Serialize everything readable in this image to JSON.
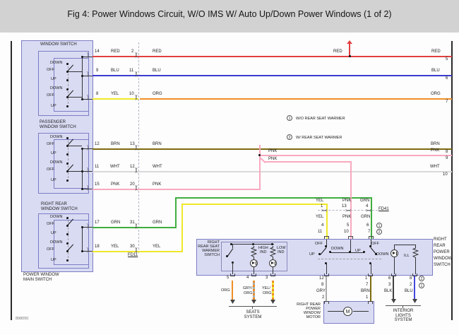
{
  "header": {
    "title": "Fig 4: Power Windows Circuit, W/O IMS W/ Auto Up/Down Power Windows (1 of 2)"
  },
  "diagram_id": "898050",
  "labels": {
    "down": "DOWN",
    "off": "OFF",
    "up": "UP"
  },
  "colors": {
    "red": "#e24040",
    "blu": "#3b3bd0",
    "yel": "#efe82a",
    "org": "#ef8e26",
    "brn": "#7d6a10",
    "wht": "#d9d9d9",
    "pnk": "#f8a9bf",
    "grn": "#3fae3f",
    "gry": "#ababab",
    "blk": "#404040",
    "blu2": "#4646dc",
    "dark": "#444444"
  },
  "main_switch": {
    "name_l1": "POWER WINDOW",
    "name_l2": "MAIN SWITCH",
    "units": [
      {
        "l1": "",
        "l2": "WINDOW SWITCH"
      },
      {
        "l1": "PASSENGER",
        "l2": "WINDOW SWITCH"
      },
      {
        "l1": "RIGHT REAR",
        "l2": "WINDOW SWITCH"
      }
    ]
  },
  "rows": [
    {
      "pa": "14",
      "ca": "RED",
      "pb": "2",
      "cb": "RED",
      "cr": "RED",
      "pr": "5"
    },
    {
      "pa": "9",
      "ca": "BLU",
      "pb": "11",
      "cb": "BLU",
      "cr": "BLU",
      "pr": "6"
    },
    {
      "pa": "8",
      "ca": "YEL",
      "pb": "10",
      "cb": "ORG",
      "cr": "ORG",
      "pr": "7"
    },
    {
      "pa": "12",
      "ca": "BRN",
      "pb": "13",
      "cb": "BRN",
      "cr": "BRN",
      "pr": "8"
    },
    {
      "pa": "11",
      "ca": "WHT",
      "pb": "12",
      "cb": "WHT",
      "cr": "WHT",
      "pr": "10"
    },
    {
      "pa": "15",
      "ca": "PNK",
      "pb": "20",
      "cb": "PNK",
      "cr": "PNK",
      "pr": "9"
    },
    {
      "pa": "17",
      "ca": "GRN",
      "pb": "31",
      "cb": "GRN"
    },
    {
      "pa": "18",
      "ca": "YEL",
      "pb": "30",
      "cb": "YEL"
    }
  ],
  "stub": {
    "label": "RED"
  },
  "pnk_branch": {
    "l1": "PNK",
    "l2": "PNK"
  },
  "connectors": {
    "fd11": "FD11",
    "fd41": "FD41"
  },
  "notes": [
    {
      "n": "1",
      "text": "W/O REAR SEAT WARMER"
    },
    {
      "n": "2",
      "text": "W/ REAR SEAT WARMER"
    }
  ],
  "fd41": {
    "top_labels": [
      "YEL",
      "PNK",
      "GRN"
    ],
    "top_pins": [
      "1",
      "13",
      "4"
    ],
    "mid_labels": [
      "YEL",
      "PNK",
      "GRN"
    ],
    "row1": [
      "4",
      "5",
      "6"
    ],
    "row1_note": "1",
    "row2": [
      "11",
      "10",
      "7"
    ],
    "row2_note": "2"
  },
  "warmer": {
    "name": [
      "RIGHT",
      "REAR SEAT",
      "WARMER",
      "SWITCH"
    ],
    "high_l1": "HIGH",
    "high_l2": "IND",
    "low_l1": "LOW",
    "low_l2": "IND",
    "pins": [
      "5",
      "4",
      "3"
    ],
    "w1": "ORG",
    "w2a": "GRY/",
    "w2b": "ORG",
    "w3a": "YEL/",
    "w3b": "ORG",
    "dest_l1": "SEATS",
    "dest_l2": "SYSTEM"
  },
  "rr_switch": {
    "name": [
      "RIGHT",
      "REAR",
      "POWER",
      "WINDOW",
      "SWITCH"
    ],
    "off1": "OFF",
    "up1": "UP",
    "down2": "DOWN",
    "up2": "UP",
    "off3": "OFF",
    "down3": "DOWN",
    "ill": "ILL"
  },
  "motor": {
    "name": [
      "RIGHT REAR",
      "POWER",
      "WINDOW",
      "MOTOR"
    ],
    "symbol": "M",
    "col_gry": {
      "p1": "12",
      "p2": "8",
      "c": "GRY",
      "p3": "2"
    },
    "col_brn": {
      "p1": "1",
      "p2": "7",
      "c": "BRN",
      "p3": "1"
    }
  },
  "interior": {
    "col_blk": {
      "p1": "6",
      "p2": "3",
      "c": "BLK"
    },
    "col_blu": {
      "p1": "8",
      "p2": "2",
      "c": "BLU",
      "n1": "2",
      "n2": "1"
    },
    "dest": [
      "INTERIOR",
      "LIGHTS",
      "SYSTEM"
    ]
  }
}
